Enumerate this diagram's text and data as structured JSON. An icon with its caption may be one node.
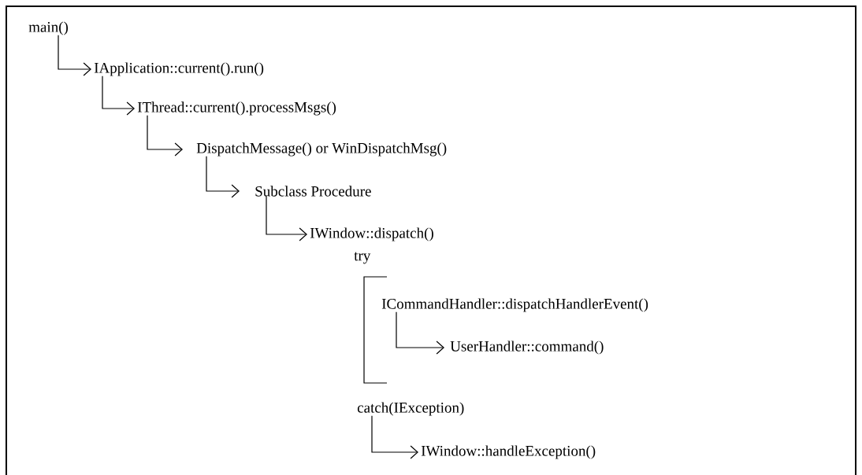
{
  "diagram": {
    "nodes": [
      {
        "text": [
          "main()"
        ]
      },
      {
        "text": [
          "IApplication::current().run()"
        ]
      },
      {
        "text": [
          "IThread::current().processMsgs()"
        ]
      },
      {
        "text": [
          "DispatchMessage() or WinDispatchMsg()"
        ]
      },
      {
        "text": [
          "Subclass Procedure"
        ]
      },
      {
        "text": [
          "IWindow::dispatch()"
        ]
      },
      {
        "text": [
          "try"
        ]
      },
      {
        "text": [
          "ICommandHandler::dispatchHandlerEvent()"
        ]
      },
      {
        "text": [
          "UserHandler::command()"
        ]
      },
      {
        "text": [
          "catch(IException)"
        ]
      },
      {
        "text": [
          "IWindow::handleException()"
        ]
      }
    ],
    "edges": [
      {
        "from": 0,
        "to": 1,
        "arrow": "to"
      },
      {
        "from": 1,
        "to": 2,
        "arrow": "to"
      },
      {
        "from": 2,
        "to": 3,
        "arrow": "to"
      },
      {
        "from": 3,
        "to": 4,
        "arrow": "to"
      },
      {
        "from": 4,
        "to": 5,
        "arrow": "to"
      },
      {
        "from": 7,
        "to": 8,
        "arrow": "to"
      },
      {
        "from": 9,
        "to": 10,
        "arrow": "to"
      }
    ]
  }
}
